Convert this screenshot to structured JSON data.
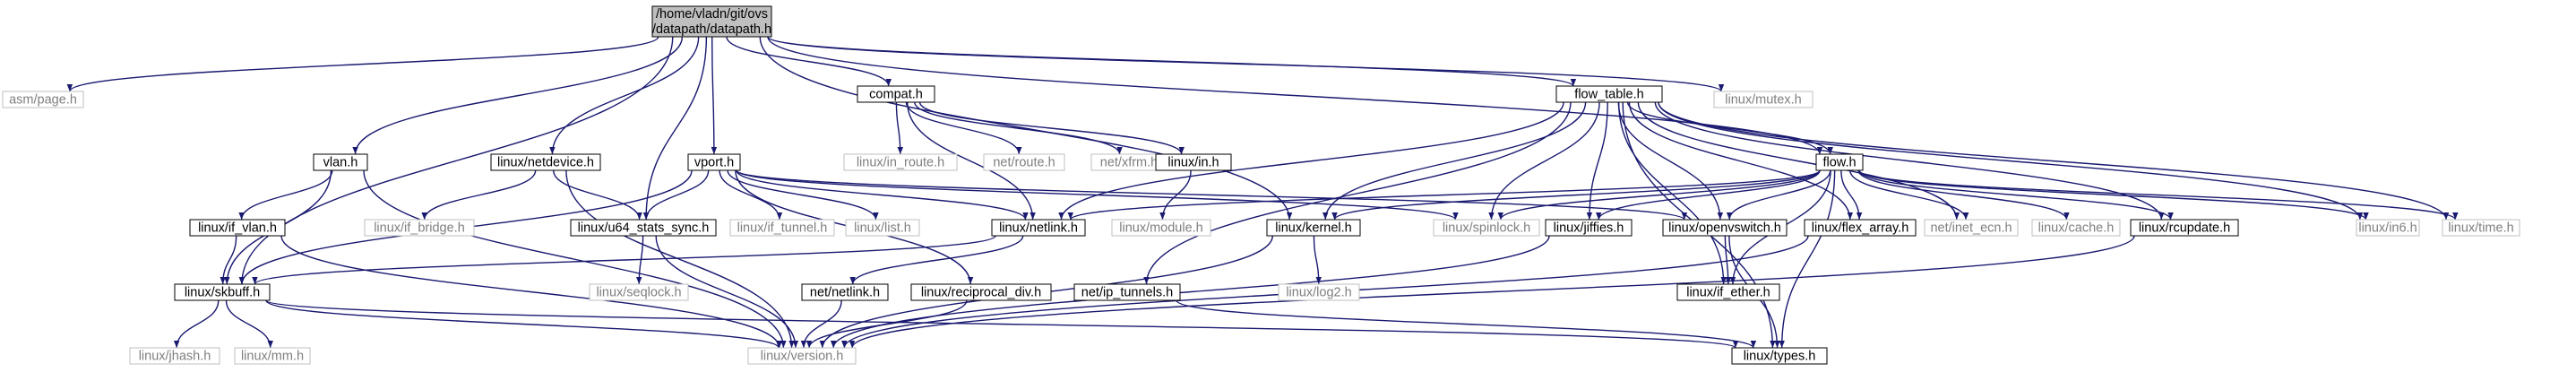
{
  "root": {
    "line1": "/home/vladn/git/ovs",
    "line2": "/datapath/datapath.h"
  },
  "nodes": {
    "asm_page": "asm/page.h",
    "vlan": "vlan.h",
    "linux_netdevice": "linux/netdevice.h",
    "vport": "vport.h",
    "compat": "compat.h",
    "flow_table": "flow_table.h",
    "linux_mutex": "linux/mutex.h",
    "flow": "flow.h",
    "linux_in_route": "linux/in_route.h",
    "net_route": "net/route.h",
    "net_xfrm": "net/xfrm.h",
    "linux_in": "linux/in.h",
    "linux_if_vlan": "linux/if_vlan.h",
    "linux_if_bridge": "linux/if_bridge.h",
    "linux_u64_stats_sync": "linux/u64_stats_sync.h",
    "linux_if_tunnel": "linux/if_tunnel.h",
    "linux_list": "linux/list.h",
    "linux_module": "linux/module.h",
    "linux_netlink": "linux/netlink.h",
    "linux_kernel": "linux/kernel.h",
    "linux_spinlock": "linux/spinlock.h",
    "linux_jiffies": "linux/jiffies.h",
    "linux_openvswitch": "linux/openvswitch.h",
    "linux_flex_array": "linux/flex_array.h",
    "net_inet_ecn": "net/inet_ecn.h",
    "linux_cache": "linux/cache.h",
    "linux_rcupdate": "linux/rcupdate.h",
    "linux_in6": "linux/in6.h",
    "linux_time": "linux/time.h",
    "linux_skbuff": "linux/skbuff.h",
    "linux_seqlock": "linux/seqlock.h",
    "net_netlink": "net/netlink.h",
    "linux_reciprocal_div": "linux/reciprocal_div.h",
    "net_ip_tunnels": "net/ip_tunnels.h",
    "linux_log2": "linux/log2.h",
    "linux_if_ether": "linux/if_ether.h",
    "linux_jhash": "linux/jhash.h",
    "linux_mm": "linux/mm.h",
    "linux_version": "linux/version.h",
    "linux_types": "linux/types.h"
  },
  "edges": [
    [
      "root",
      "asm_page"
    ],
    [
      "root",
      "vlan"
    ],
    [
      "root",
      "linux_netdevice"
    ],
    [
      "root",
      "vport"
    ],
    [
      "root",
      "compat"
    ],
    [
      "root",
      "flow_table"
    ],
    [
      "root",
      "linux_mutex"
    ],
    [
      "root",
      "flow"
    ],
    [
      "root",
      "linux_skbuff"
    ],
    [
      "root",
      "linux_u64_stats_sync"
    ],
    [
      "root",
      "linux_kernel"
    ],
    [
      "compat",
      "linux_in_route"
    ],
    [
      "compat",
      "net_route"
    ],
    [
      "compat",
      "net_xfrm"
    ],
    [
      "compat",
      "linux_in"
    ],
    [
      "compat",
      "linux_netlink"
    ],
    [
      "vlan",
      "linux_if_vlan"
    ],
    [
      "vlan",
      "linux_skbuff"
    ],
    [
      "vlan",
      "linux_version"
    ],
    [
      "linux_netdevice",
      "linux_if_bridge"
    ],
    [
      "linux_netdevice",
      "linux_u64_stats_sync"
    ],
    [
      "linux_netdevice",
      "linux_version"
    ],
    [
      "vport",
      "linux_u64_stats_sync"
    ],
    [
      "vport",
      "linux_if_tunnel"
    ],
    [
      "vport",
      "linux_list"
    ],
    [
      "vport",
      "linux_netlink"
    ],
    [
      "vport",
      "linux_reciprocal_div"
    ],
    [
      "vport",
      "linux_spinlock"
    ],
    [
      "vport",
      "linux_openvswitch"
    ],
    [
      "vport",
      "linux_skbuff"
    ],
    [
      "linux_in",
      "linux_module"
    ],
    [
      "flow_table",
      "flow"
    ],
    [
      "flow_table",
      "linux_netlink"
    ],
    [
      "flow_table",
      "linux_kernel"
    ],
    [
      "flow_table",
      "linux_spinlock"
    ],
    [
      "flow_table",
      "linux_jiffies"
    ],
    [
      "flow_table",
      "linux_openvswitch"
    ],
    [
      "flow_table",
      "linux_flex_array"
    ],
    [
      "flow_table",
      "net_inet_ecn"
    ],
    [
      "flow_table",
      "linux_rcupdate"
    ],
    [
      "flow_table",
      "linux_in6"
    ],
    [
      "flow_table",
      "linux_time"
    ],
    [
      "flow_table",
      "linux_types"
    ],
    [
      "flow_table",
      "net_ip_tunnels"
    ],
    [
      "flow_table",
      "linux_if_ether"
    ],
    [
      "flow",
      "linux_netlink"
    ],
    [
      "flow",
      "linux_kernel"
    ],
    [
      "flow",
      "linux_spinlock"
    ],
    [
      "flow",
      "linux_jiffies"
    ],
    [
      "flow",
      "linux_openvswitch"
    ],
    [
      "flow",
      "linux_flex_array"
    ],
    [
      "flow",
      "net_inet_ecn"
    ],
    [
      "flow",
      "linux_cache"
    ],
    [
      "flow",
      "linux_rcupdate"
    ],
    [
      "flow",
      "linux_in6"
    ],
    [
      "flow",
      "linux_time"
    ],
    [
      "flow",
      "linux_if_ether"
    ],
    [
      "flow",
      "linux_types"
    ],
    [
      "linux_if_vlan",
      "linux_skbuff"
    ],
    [
      "linux_if_vlan",
      "linux_version"
    ],
    [
      "linux_u64_stats_sync",
      "linux_seqlock"
    ],
    [
      "linux_u64_stats_sync",
      "linux_version"
    ],
    [
      "linux_netlink",
      "linux_skbuff"
    ],
    [
      "linux_netlink",
      "net_netlink"
    ],
    [
      "linux_kernel",
      "linux_log2"
    ],
    [
      "linux_kernel",
      "linux_version"
    ],
    [
      "linux_jiffies",
      "linux_version"
    ],
    [
      "linux_openvswitch",
      "linux_if_ether"
    ],
    [
      "linux_openvswitch",
      "linux_types"
    ],
    [
      "linux_flex_array",
      "linux_version"
    ],
    [
      "linux_rcupdate",
      "linux_version"
    ],
    [
      "linux_skbuff",
      "linux_jhash"
    ],
    [
      "linux_skbuff",
      "linux_mm"
    ],
    [
      "linux_skbuff",
      "linux_version"
    ],
    [
      "linux_skbuff",
      "linux_types"
    ],
    [
      "net_netlink",
      "linux_version"
    ],
    [
      "linux_reciprocal_div",
      "linux_version"
    ],
    [
      "net_ip_tunnels",
      "linux_types"
    ]
  ]
}
